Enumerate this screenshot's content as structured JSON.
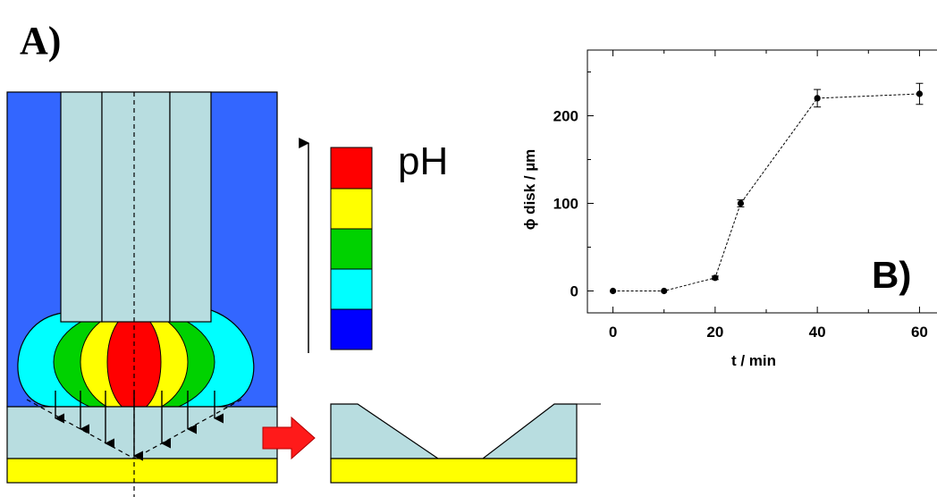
{
  "panel_a": {
    "label": "A)",
    "ph_label": "pH",
    "ph_scale_colors": [
      "#ff0000",
      "#ffff00",
      "#00d200",
      "#00ffff",
      "#0000ff"
    ],
    "colors": {
      "background_blue": "#3366ff",
      "glass": "#b8dde0",
      "gold": "#ffff00",
      "arrow_red": "#ff1a1a"
    }
  },
  "panel_b": {
    "label": "B)",
    "chart_data": {
      "type": "line",
      "x": [
        0,
        10,
        20,
        25,
        40,
        60
      ],
      "y": [
        0,
        0,
        15,
        100,
        220,
        225
      ],
      "y_err": [
        0,
        0,
        2,
        4,
        10,
        12
      ],
      "xlabel": "t / min",
      "ylabel": "ϕ disk / µm",
      "xlim": [
        -5,
        65
      ],
      "ylim": [
        -25,
        275
      ],
      "xticks": [
        0,
        20,
        40,
        60
      ],
      "xtick_labels": [
        "0",
        "20",
        "40",
        "60"
      ],
      "yticks": [
        0,
        100,
        200
      ],
      "ytick_labels": [
        "0",
        "100",
        "200"
      ],
      "grid": false,
      "line_style": "dotted",
      "marker": "filled circle"
    }
  }
}
